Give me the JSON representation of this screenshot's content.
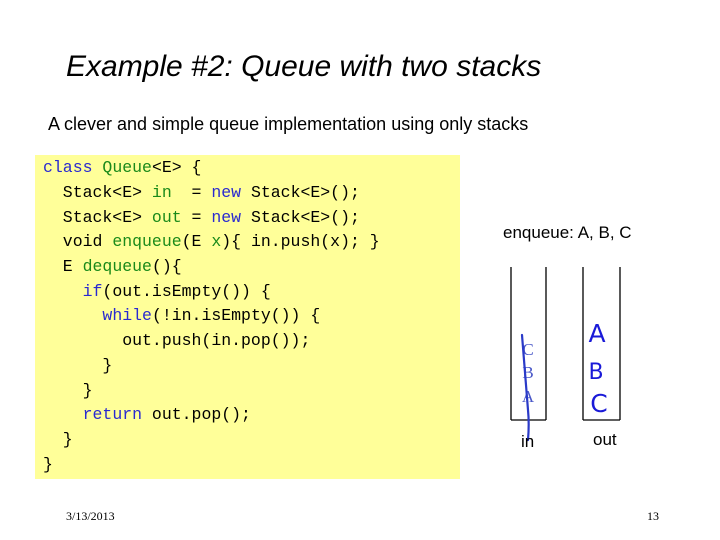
{
  "slide": {
    "title": "Example #2: Queue with two stacks",
    "subtitle": "A clever and simple queue implementation using only stacks"
  },
  "code": {
    "line1": [
      "class",
      " ",
      "Queue",
      "<E> {"
    ],
    "line2": [
      "  Stack<E> ",
      "in",
      "  = ",
      "new",
      " Stack<E>();"
    ],
    "line3": [
      "  Stack<E> ",
      "out",
      " = ",
      "new",
      " Stack<E>();"
    ],
    "line4": [
      "  void ",
      "enqueue",
      "(E ",
      "x",
      "){ in.push(x); }"
    ],
    "line5": [
      "  E ",
      "dequeue",
      "(){"
    ],
    "line6": [
      "    ",
      "if",
      "(out.isEmpty()) {"
    ],
    "line7": [
      "      ",
      "while",
      "(!in.isEmpty()) {"
    ],
    "line8": "        out.push(in.pop());",
    "line9": "      }",
    "line10": "    }",
    "line11": [
      "    ",
      "return",
      " out.pop();"
    ],
    "line12": "  }",
    "line13": "}"
  },
  "diagram": {
    "caption": "enqueue: A, B, C",
    "in_label": "in",
    "out_label": "out",
    "in_stack_items": [
      "C",
      "B",
      "A"
    ],
    "out_stack_items": [
      "A",
      "B",
      "C"
    ],
    "colors": {
      "in_items": "#4a58c8",
      "out_items": "#1a1ad8",
      "strike": "#2a3ac8"
    }
  },
  "footer": {
    "date": "3/13/2013",
    "page": "13"
  },
  "colors": {
    "code_background": "#ffff99",
    "keyword": "#2a2ad0",
    "identifier": "#1a8a1a"
  }
}
